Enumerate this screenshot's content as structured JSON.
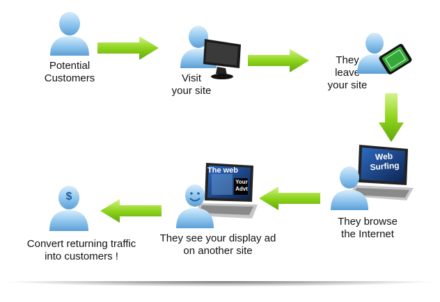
{
  "steps": {
    "potential_customers": "Potential\nCustomers",
    "visit_site": "Visit\nyour site",
    "leave_site": "They\nleave\nyour site",
    "browse_internet": "They browse\nthe Internet",
    "see_display_ad": "They see your display ad\non another site",
    "convert_traffic": "Convert returning traffic\ninto customers !"
  },
  "screens": {
    "web_surfing": "Web\nSurfing",
    "the_web": "The web",
    "your_advt": "Your\nAdvt"
  },
  "icons": {
    "dollar": "$"
  },
  "colors": {
    "person": "#8fc6ee",
    "arrow": "#8fd41c",
    "screen": "#1b3f7a"
  }
}
